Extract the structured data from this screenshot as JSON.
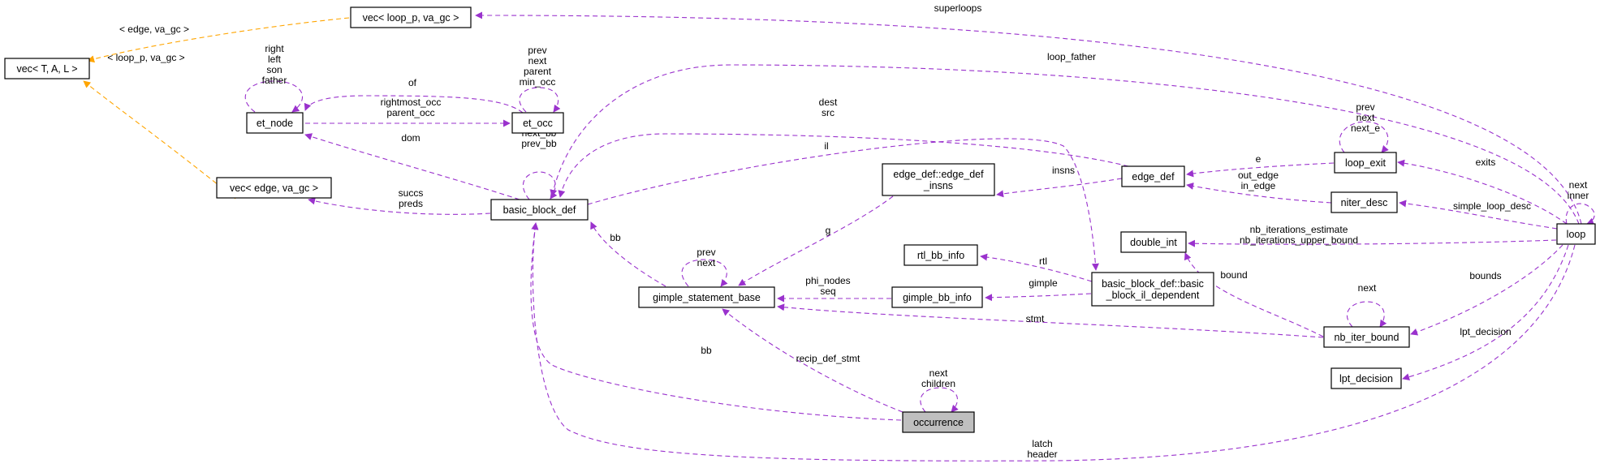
{
  "colors": {
    "usage": "#9a32cd",
    "template": "#ffa500",
    "focus_fill": "#bfbfbf"
  },
  "nodes": [
    {
      "id": "vec_tal",
      "label": "vec< T, A, L >"
    },
    {
      "id": "vec_loop",
      "label": "vec< loop_p, va_gc >"
    },
    {
      "id": "vec_edge",
      "label": "vec< edge, va_gc >"
    },
    {
      "id": "et_node",
      "label": "et_node"
    },
    {
      "id": "et_occ",
      "label": "et_occ"
    },
    {
      "id": "bbd",
      "label": "basic_block_def"
    },
    {
      "id": "gsb",
      "label": "gimple_statement_base"
    },
    {
      "id": "occ",
      "label": "occurrence"
    },
    {
      "id": "edi",
      "label": "edge_def::edge_def\n_insns"
    },
    {
      "id": "rtl",
      "label": "rtl_bb_info"
    },
    {
      "id": "gbi",
      "label": "gimple_bb_info"
    },
    {
      "id": "bild",
      "label": "basic_block_def::basic\n_block_il_dependent"
    },
    {
      "id": "edge_def",
      "label": "edge_def"
    },
    {
      "id": "loop_exit",
      "label": "loop_exit"
    },
    {
      "id": "niter",
      "label": "niter_desc"
    },
    {
      "id": "dint",
      "label": "double_int"
    },
    {
      "id": "nbib",
      "label": "nb_iter_bound"
    },
    {
      "id": "lpt",
      "label": "lpt_decision"
    },
    {
      "id": "loop",
      "label": "loop"
    }
  ],
  "edges": [
    {
      "kind": "template",
      "label": "< loop_p, va_gc >"
    },
    {
      "kind": "template",
      "label": "< edge, va_gc >"
    },
    {
      "kind": "usage",
      "label": "superloops"
    },
    {
      "kind": "usage",
      "label": "loop_father"
    },
    {
      "kind": "usage",
      "label": "right\nleft\nson\nfather"
    },
    {
      "kind": "usage",
      "label": "of"
    },
    {
      "kind": "usage",
      "label": "prev\nnext\nparent\nmin_occ"
    },
    {
      "kind": "usage",
      "label": "rightmost_occ\nparent_occ"
    },
    {
      "kind": "usage",
      "label": "dom"
    },
    {
      "kind": "usage",
      "label": "dest\nsrc"
    },
    {
      "kind": "usage",
      "label": "il"
    },
    {
      "kind": "usage",
      "label": "next_bb\nprev_bb"
    },
    {
      "kind": "usage",
      "label": "succs\npreds"
    },
    {
      "kind": "usage",
      "label": "bb"
    },
    {
      "kind": "usage",
      "label": "prev\nnext"
    },
    {
      "kind": "usage",
      "label": "g"
    },
    {
      "kind": "usage",
      "label": "phi_nodes\nseq"
    },
    {
      "kind": "usage",
      "label": "rtl"
    },
    {
      "kind": "usage",
      "label": "gimple"
    },
    {
      "kind": "usage",
      "label": "stmt"
    },
    {
      "kind": "usage",
      "label": "bb"
    },
    {
      "kind": "usage",
      "label": "recip_def_stmt"
    },
    {
      "kind": "usage",
      "label": "next\nchildren"
    },
    {
      "kind": "usage",
      "label": "insns"
    },
    {
      "kind": "usage",
      "label": "e"
    },
    {
      "kind": "usage",
      "label": "out_edge\nin_edge"
    },
    {
      "kind": "usage",
      "label": "prev\nnext\nnext_e"
    },
    {
      "kind": "usage",
      "label": "exits"
    },
    {
      "kind": "usage",
      "label": "simple_loop_desc"
    },
    {
      "kind": "usage",
      "label": "nb_iterations_estimate\nnb_iterations_upper_bound"
    },
    {
      "kind": "usage",
      "label": "bound"
    },
    {
      "kind": "usage",
      "label": "next"
    },
    {
      "kind": "usage",
      "label": "bounds"
    },
    {
      "kind": "usage",
      "label": "lpt_decision"
    },
    {
      "kind": "usage",
      "label": "next\ninner"
    },
    {
      "kind": "usage",
      "label": "latch\nheader"
    }
  ]
}
